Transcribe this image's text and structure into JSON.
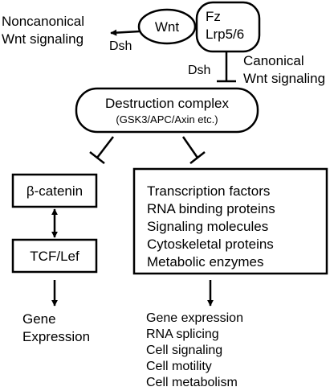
{
  "colors": {
    "line": "#000000",
    "background": "#ffffff"
  },
  "nodes": {
    "wnt": "Wnt",
    "receptor": [
      "Fz",
      "Lrp5/6"
    ],
    "destruction_complex": {
      "title": "Destruction complex",
      "subtitle": "(GSK3/APC/Axin etc.)"
    },
    "beta_catenin": "β-catenin",
    "tcf_lef": "TCF/Lef",
    "targets": [
      "Transcription factors",
      "RNA binding proteins",
      "Signaling molecules",
      "Cytoskeletal proteins",
      "Metabolic enzymes"
    ]
  },
  "labels": {
    "noncanonical": [
      "Noncanonical",
      "Wnt signaling"
    ],
    "canonical": [
      "Canonical",
      "Wnt signaling"
    ],
    "dsh_left": "Dsh",
    "dsh_right": "Dsh"
  },
  "outputs": {
    "left": [
      "Gene",
      "Expression"
    ],
    "right": [
      "Gene expression",
      "RNA splicing",
      "Cell signaling",
      "Cell motility",
      "Cell metabolism"
    ]
  }
}
